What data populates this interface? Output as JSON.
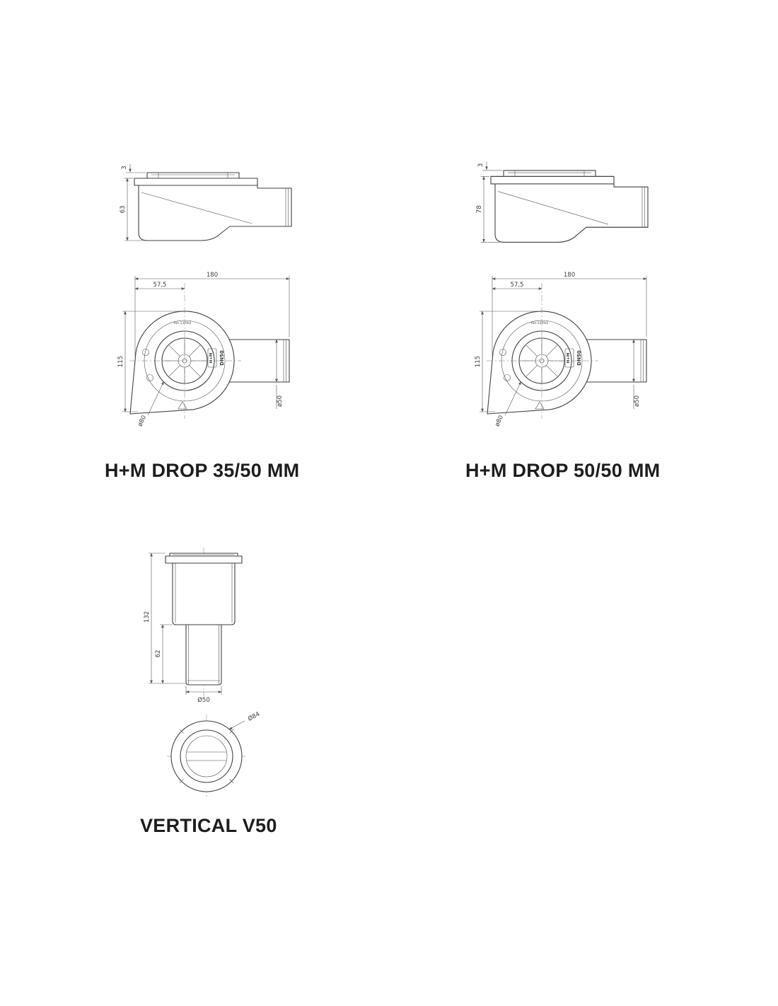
{
  "figures": {
    "drop_35_50": {
      "caption": "H+M DROP 35/50 MM",
      "side": {
        "flange_thickness_mm": "3",
        "height_mm": "63"
      },
      "top": {
        "width_mm": "180",
        "offset_mm": "57,5",
        "depth_mm": "115",
        "outlet_dia": "ø50",
        "grate_dia": "ø80",
        "dn_label": "DN50",
        "brand": "H+M",
        "approval": "Am.1379/2"
      }
    },
    "drop_50_50": {
      "caption": "H+M DROP 50/50 MM",
      "side": {
        "flange_thickness_mm": "3",
        "height_mm": "78"
      },
      "top": {
        "width_mm": "180",
        "offset_mm": "57,5",
        "depth_mm": "115",
        "outlet_dia": "ø50",
        "grate_dia": "ø80",
        "dn_label": "DN50",
        "brand": "H+M",
        "approval": "Am.1379/2"
      }
    },
    "vertical_v50": {
      "caption": "VERTICAL V50",
      "side": {
        "height_mm": "132",
        "pipe_mm": "62",
        "pipe_dia": "Ø50"
      },
      "top": {
        "flange_dia": "Ø84"
      }
    }
  }
}
